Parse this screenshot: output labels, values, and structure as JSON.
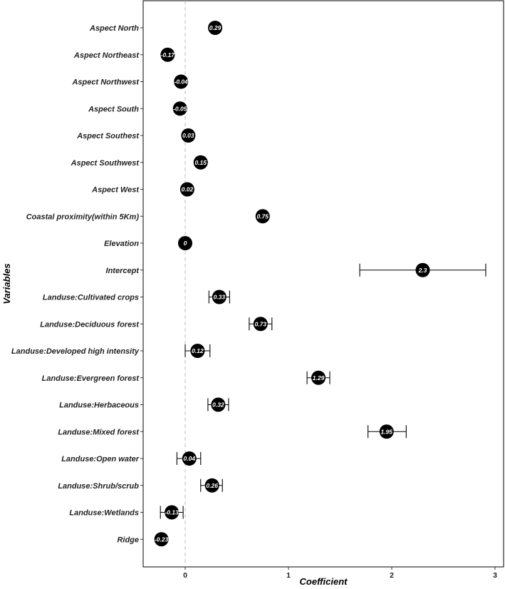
{
  "chart_data": {
    "type": "forest",
    "xlabel": "Coefficient",
    "ylabel": "Variables",
    "xlim": [
      -0.4,
      3.0
    ],
    "xticks": [
      0,
      1,
      2,
      3
    ],
    "reference_line_x": 0,
    "grid": false,
    "colors": {
      "point": "#000000",
      "point_label": "#ffffff",
      "error_bar": "#000000",
      "reference_line": "#bbbbbb"
    },
    "rows": [
      {
        "variable": "Aspect North",
        "estimate": 0.29,
        "label": "0.29",
        "ci_low": 0.28,
        "ci_high": 0.3
      },
      {
        "variable": "Aspect Northeast",
        "estimate": -0.17,
        "label": "-0.17",
        "ci_low": -0.18,
        "ci_high": -0.16
      },
      {
        "variable": "Aspect Northwest",
        "estimate": -0.04,
        "label": "-0.04",
        "ci_low": -0.05,
        "ci_high": -0.03
      },
      {
        "variable": "Aspect South",
        "estimate": -0.05,
        "label": "-0.05",
        "ci_low": -0.06,
        "ci_high": -0.04
      },
      {
        "variable": "Aspect Southest",
        "estimate": 0.03,
        "label": "0.03",
        "ci_low": 0.02,
        "ci_high": 0.04
      },
      {
        "variable": "Aspect Southwest",
        "estimate": 0.15,
        "label": "0.15",
        "ci_low": 0.14,
        "ci_high": 0.16
      },
      {
        "variable": "Aspect West",
        "estimate": 0.02,
        "label": "0.02",
        "ci_low": 0.01,
        "ci_high": 0.03
      },
      {
        "variable": "Coastal proximity(within 5Km)",
        "estimate": 0.75,
        "label": "0.75",
        "ci_low": 0.73,
        "ci_high": 0.77
      },
      {
        "variable": "Elevation",
        "estimate": 0.0,
        "label": "0",
        "ci_low": 0.0,
        "ci_high": 0.0
      },
      {
        "variable": "Intercept",
        "estimate": 2.3,
        "label": "2.3",
        "ci_low": 1.69,
        "ci_high": 2.91
      },
      {
        "variable": "Landuse:Cultivated crops",
        "estimate": 0.33,
        "label": "0.33",
        "ci_low": 0.23,
        "ci_high": 0.43
      },
      {
        "variable": "Landuse:Deciduous forest",
        "estimate": 0.73,
        "label": "0.73",
        "ci_low": 0.62,
        "ci_high": 0.84
      },
      {
        "variable": "Landuse:Developed high intensity",
        "estimate": 0.12,
        "label": "0.12",
        "ci_low": 0.0,
        "ci_high": 0.24
      },
      {
        "variable": "Landuse:Evergreen forest",
        "estimate": 1.29,
        "label": "1.29",
        "ci_low": 1.18,
        "ci_high": 1.4
      },
      {
        "variable": "Landuse:Herbaceous",
        "estimate": 0.32,
        "label": "0.32",
        "ci_low": 0.22,
        "ci_high": 0.42
      },
      {
        "variable": "Landuse:Mixed forest",
        "estimate": 1.95,
        "label": "1.95",
        "ci_low": 1.77,
        "ci_high": 2.14
      },
      {
        "variable": "Landuse:Open water",
        "estimate": 0.04,
        "label": "0.04",
        "ci_low": -0.08,
        "ci_high": 0.15
      },
      {
        "variable": "Landuse:Shrub/scrub",
        "estimate": 0.26,
        "label": "0.26",
        "ci_low": 0.15,
        "ci_high": 0.36
      },
      {
        "variable": "Landuse:Wetlands",
        "estimate": -0.13,
        "label": "-0.13",
        "ci_low": -0.24,
        "ci_high": -0.02
      },
      {
        "variable": "Ridge",
        "estimate": -0.23,
        "label": "-0.23",
        "ci_low": -0.24,
        "ci_high": -0.22
      }
    ]
  }
}
